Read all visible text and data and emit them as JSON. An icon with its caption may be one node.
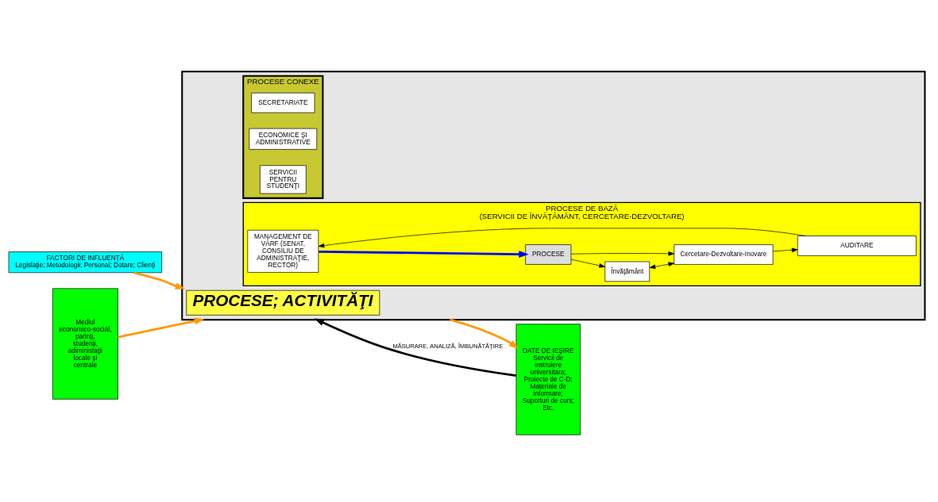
{
  "diagram": {
    "nodes": [
      {
        "text": [
          "FACTORI DE INFLUENȚĂ",
          "Legislaţie; Metodologii; Personal; Dotare; Clienţi"
        ]
      },
      {
        "text": [
          "Mediul economico-social, parinţi, studenţi, adiministaţii locale şi centrale"
        ]
      },
      {
        "text": [],
        "shape": "box"
      },
      {
        "text": [
          "PROCESE; ACTIVITĂŢI"
        ],
        "in": 2
      },
      {
        "text": [
          "PROCESE CONEXE"
        ],
        "in": 2
      },
      {
        "text": [
          "SECRETARIATE"
        ],
        "in": 4
      },
      {
        "text": [
          "ECONOMICE ŞI ADMINISTRATIVE"
        ],
        "in": 4
      },
      {
        "text": [
          "SERVICII PENTRU STUDENŢI"
        ],
        "in": 4
      },
      {
        "text": [
          "PROCESE DE BAZĂ",
          "(SERVICII DE ÎNVĂŢĂMÂNT, CERCETARE-DEZVOLTARE)"
        ],
        "in": 2
      },
      {
        "text": [
          "MANAGEMENT DE VÂRF (SENAT, CONSILIU DE ADMINISTRAŢIE, RECTOR)"
        ],
        "in": 8
      },
      {
        "text": [
          "PROCESE"
        ],
        "in": 8
      },
      {
        "text": [
          "Învăţământ"
        ],
        "in": 8
      },
      {
        "text": [
          "Cercetare-Dezvoltare-Inovare"
        ],
        "in": 8
      },
      {
        "text": [
          "AUDITARE"
        ],
        "in": 8
      },
      {
        "text": [
          "DATE DE IEŞIRE",
          "Servicii de instruiere universitara; Proiecte de C-D; Materiale de informare; Suporturi de curs; Etc."
        ]
      }
    ],
    "edges": [
      {
        "from": 0,
        "to": 2,
        "arrow": "to",
        "style": "thick",
        "color": "#ff9900"
      },
      {
        "from": 1,
        "to": 2,
        "arrow": "to",
        "style": "thick",
        "color": "#ff9900"
      },
      {
        "from": 2,
        "to": 14,
        "arrow": "to",
        "style": "thick",
        "color": "#ff9900"
      },
      {
        "from": 14,
        "to": 2,
        "arrow": "to",
        "style": "thick",
        "label": "MĂSURARE, ANALIZĂ, ÎMBUNĂTĂŢIRE"
      },
      {
        "from": 9,
        "to": 10,
        "arrow": "to",
        "style": "thick",
        "color": "#0000ff"
      },
      {
        "from": 10,
        "to": 11,
        "arrow": "to"
      },
      {
        "from": 10,
        "to": 12,
        "arrow": "to"
      },
      {
        "from": 11,
        "to": 12,
        "arrow": "both"
      },
      {
        "from": 12,
        "to": 13,
        "arrow": "to"
      },
      {
        "from": 13,
        "to": 9,
        "arrow": "to"
      }
    ]
  }
}
